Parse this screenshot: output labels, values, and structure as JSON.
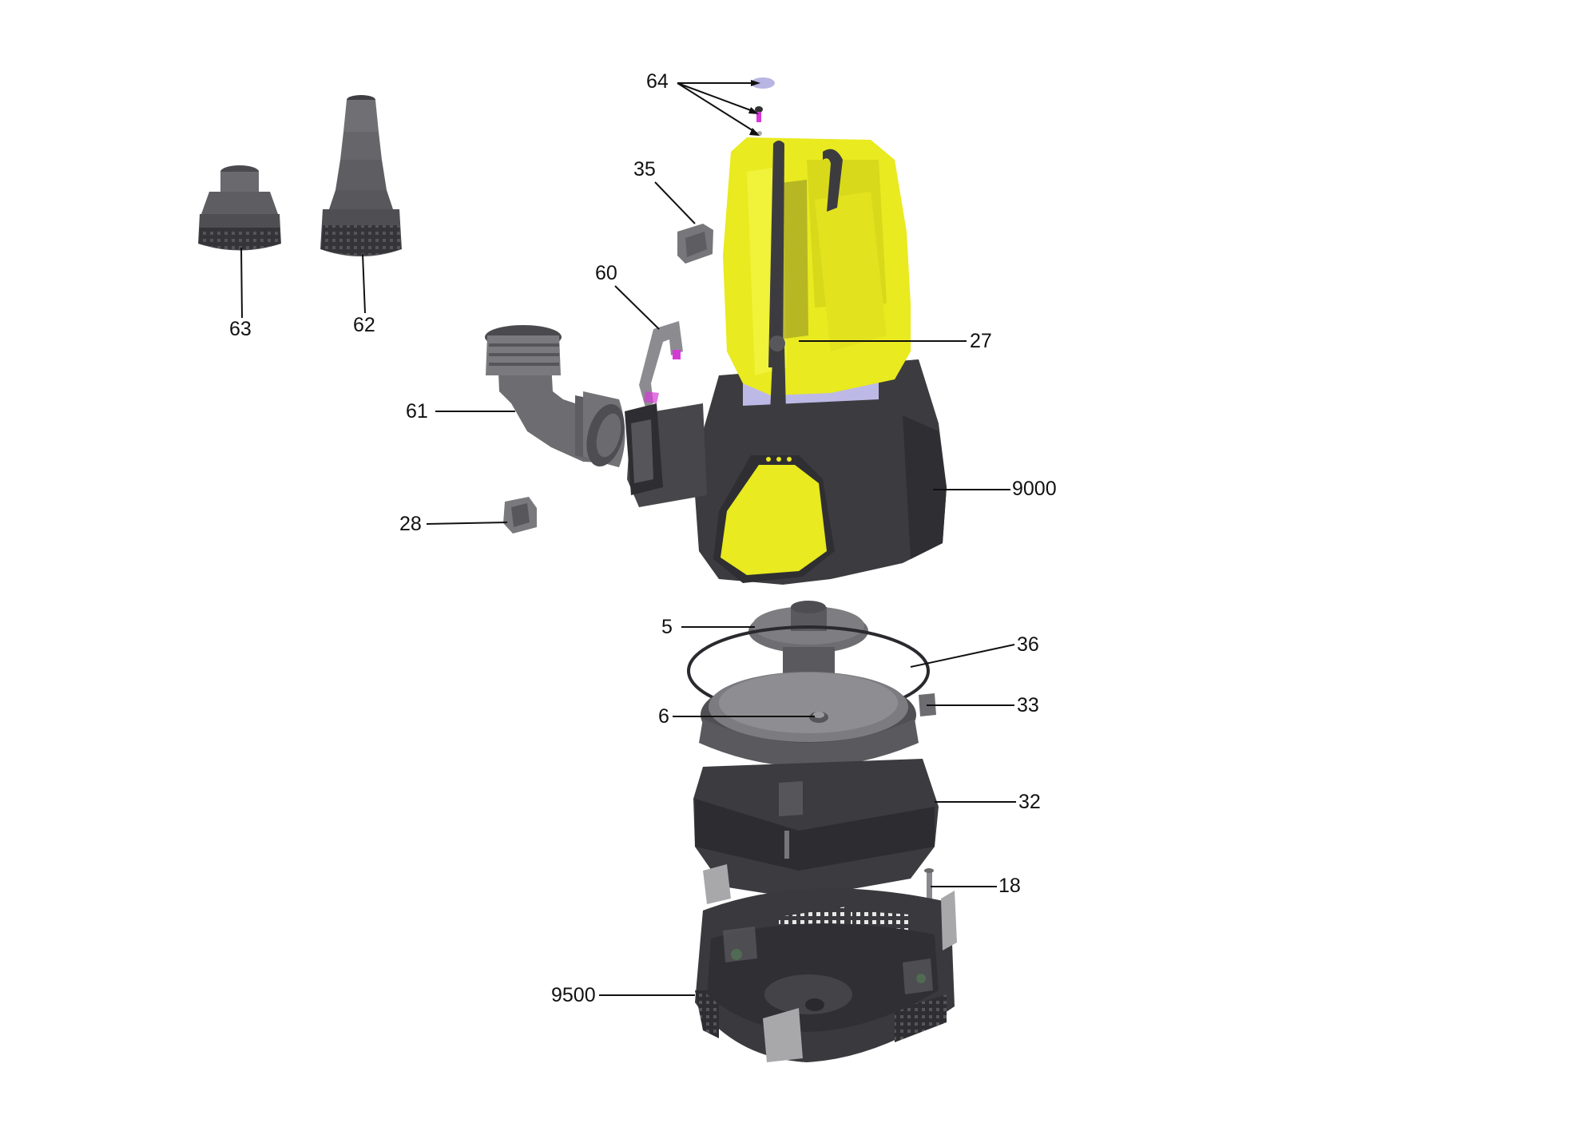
{
  "labels": {
    "p64": "64",
    "p35": "35",
    "p60": "60",
    "p63": "63",
    "p62": "62",
    "p27": "27",
    "p61": "61",
    "p9000": "9000",
    "p28": "28",
    "p5": "5",
    "p36": "36",
    "p33": "33",
    "p6": "6",
    "p32": "32",
    "p18": "18",
    "p9500": "9500"
  },
  "colors": {
    "yellow": "#e9ea1f",
    "dark": "#3e3e42",
    "mid": "#5c5c60",
    "light": "#a8a8ab",
    "lavender": "#bdb9e6",
    "magenta": "#d63ad6",
    "green": "#3fbf3a"
  }
}
